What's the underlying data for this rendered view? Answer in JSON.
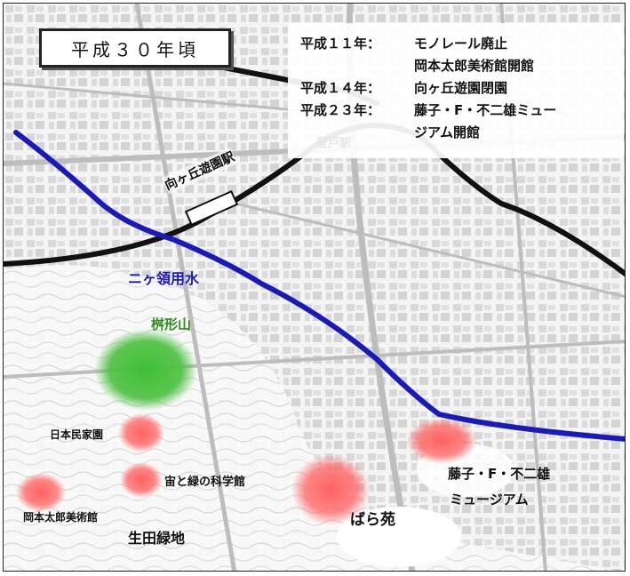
{
  "era_title": "平成３０年頃",
  "timeline": [
    {
      "year": "平成１１年：",
      "events": [
        "モノレール廃止",
        "岡本太郎美術館開館"
      ]
    },
    {
      "year": "平成１４年：",
      "events": [
        "向ヶ丘遊園閉園"
      ]
    },
    {
      "year": "平成２３年：",
      "events": [
        "藤子・F・不二雄ミュー",
        "ジアム開館"
      ]
    }
  ],
  "labels": {
    "station_mukogaoka": "向ヶ丘遊園駅",
    "station_noborito": "登戸駅",
    "canal": "ニヶ領用水",
    "masugatayama": "桝形山",
    "nihon_minkaen": "日本民家園",
    "okamoto_museum": "岡本太郎美術館",
    "science_museum": "宙と緑の科学館",
    "ikuta_ryokuchi": "生田緑地",
    "baraen": "ばら苑",
    "fujiko_museum_line1": "藤子・F・不二雄",
    "fujiko_museum_line2": "ミュージアム"
  },
  "colors": {
    "railway": "#111111",
    "canal": "#1a1ab8",
    "park": "#4caf3a",
    "facility": "#ff6a6a",
    "canal_label": "#1a1ab8",
    "park_label": "#2e8b1f"
  }
}
